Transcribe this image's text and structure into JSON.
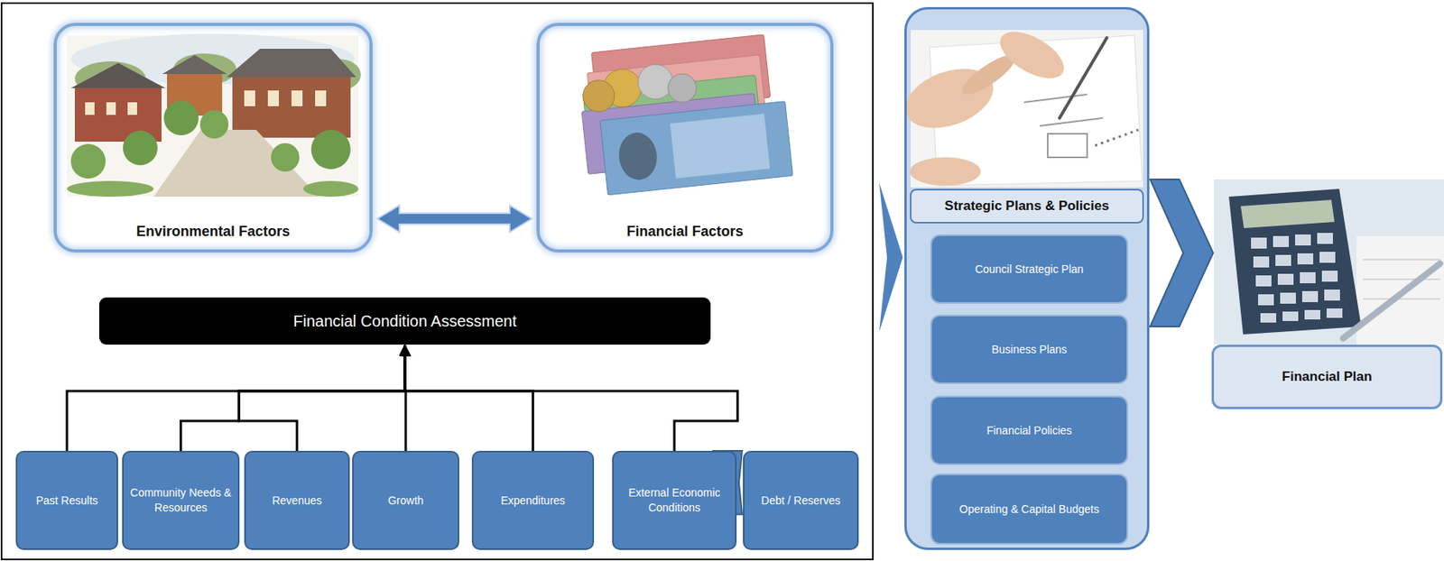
{
  "diagram": {
    "nodes": [
      {
        "text": [
          "Environmental Factors"
        ]
      },
      {
        "text": [
          "Financial Factors"
        ]
      },
      {
        "text": [
          "Financial Condition Assessment"
        ]
      },
      {
        "text": [
          "Past Results"
        ]
      },
      {
        "text": [
          "Community Needs & Resources"
        ]
      },
      {
        "text": [
          "Revenues"
        ]
      },
      {
        "text": [
          "Growth"
        ]
      },
      {
        "text": [
          "Expenditures"
        ]
      },
      {
        "text": [
          "External Economic Conditions"
        ]
      },
      {
        "text": [
          "Debt / Reserves"
        ]
      },
      {
        "text": [
          "Strategic Plans & Policies"
        ]
      },
      {
        "text": [
          "Council Strategic Plan"
        ],
        "in": 10
      },
      {
        "text": [
          "Business Plans"
        ],
        "in": 10
      },
      {
        "text": [
          "Financial Policies"
        ],
        "in": 10
      },
      {
        "text": [
          "Operating & Capital Budgets"
        ],
        "in": 10
      },
      {
        "text": [
          "Financial Plan"
        ]
      }
    ],
    "edges": [
      {
        "from": 0,
        "to": 1,
        "arrow": "both"
      },
      {
        "from": 3,
        "to": 2,
        "arrow": "to"
      },
      {
        "from": 4,
        "to": 2,
        "arrow": "to"
      },
      {
        "from": 5,
        "to": 2,
        "arrow": "to"
      },
      {
        "from": 6,
        "to": 2,
        "arrow": "to"
      },
      {
        "from": 7,
        "to": 2,
        "arrow": "to"
      },
      {
        "from": 8,
        "to": 2,
        "arrow": "to"
      },
      {
        "from": 9,
        "to": 2,
        "arrow": "to"
      },
      {
        "from": 10,
        "to": 15,
        "arrow": "to"
      }
    ]
  }
}
